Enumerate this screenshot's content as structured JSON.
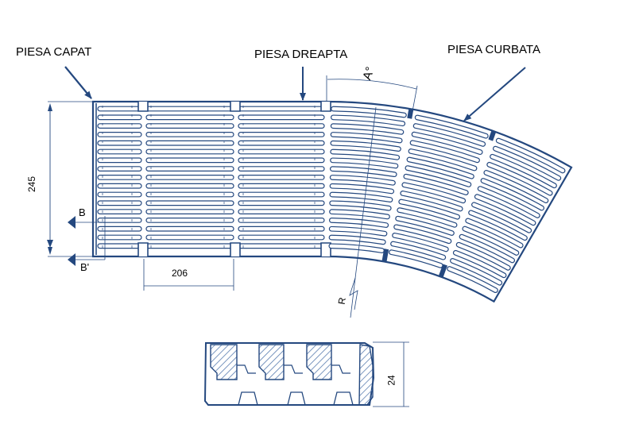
{
  "labels": {
    "end_piece": "PIESA CAPAT",
    "straight_piece": "PIESA DREAPTA",
    "curved_piece": "PIESA CURBATA"
  },
  "dimensions": {
    "height": "245",
    "module_length": "206",
    "angle": "A°",
    "radius": "R",
    "thickness": "24",
    "section_start": "B",
    "section_end": "B'"
  },
  "colors": {
    "line": "#24487f",
    "hatch": "#5a7db0"
  }
}
